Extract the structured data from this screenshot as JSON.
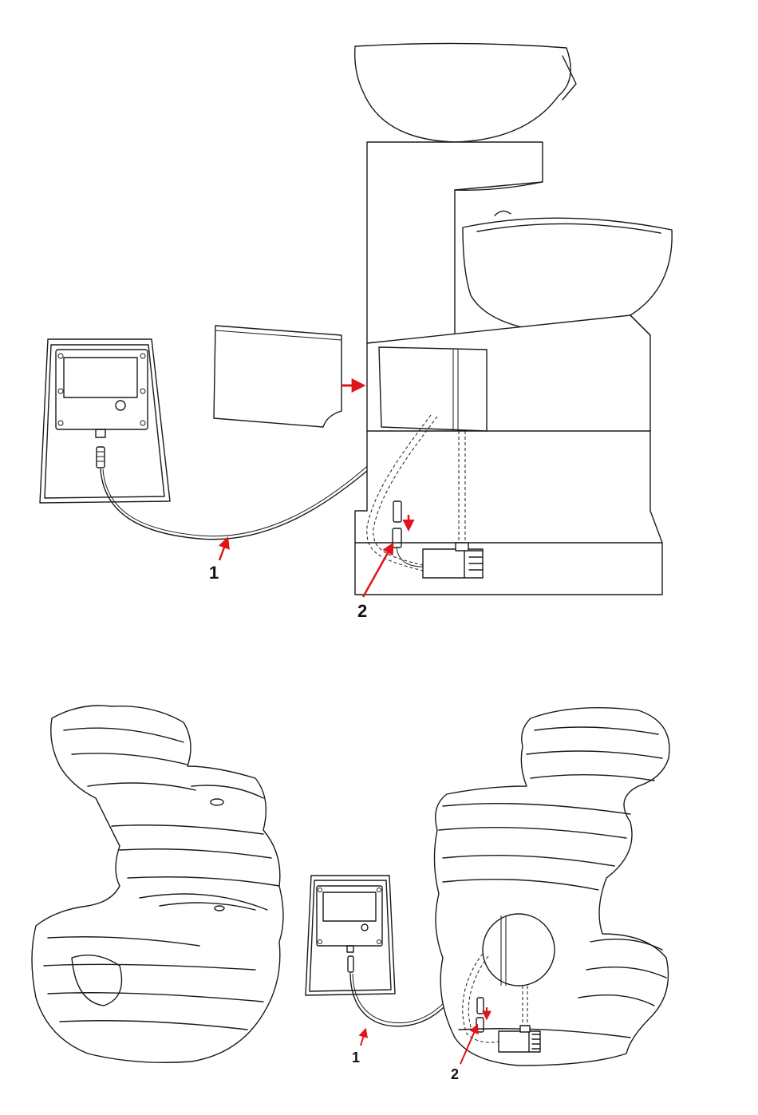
{
  "diagram": {
    "top_labels": {
      "cable_label": "1",
      "connector_label": "2"
    },
    "bottom_labels": {
      "cable_label": "1",
      "connector_label": "2"
    },
    "colors": {
      "line": "#1a1a1a",
      "arrow": "#e0141b",
      "background": "#ffffff"
    }
  }
}
